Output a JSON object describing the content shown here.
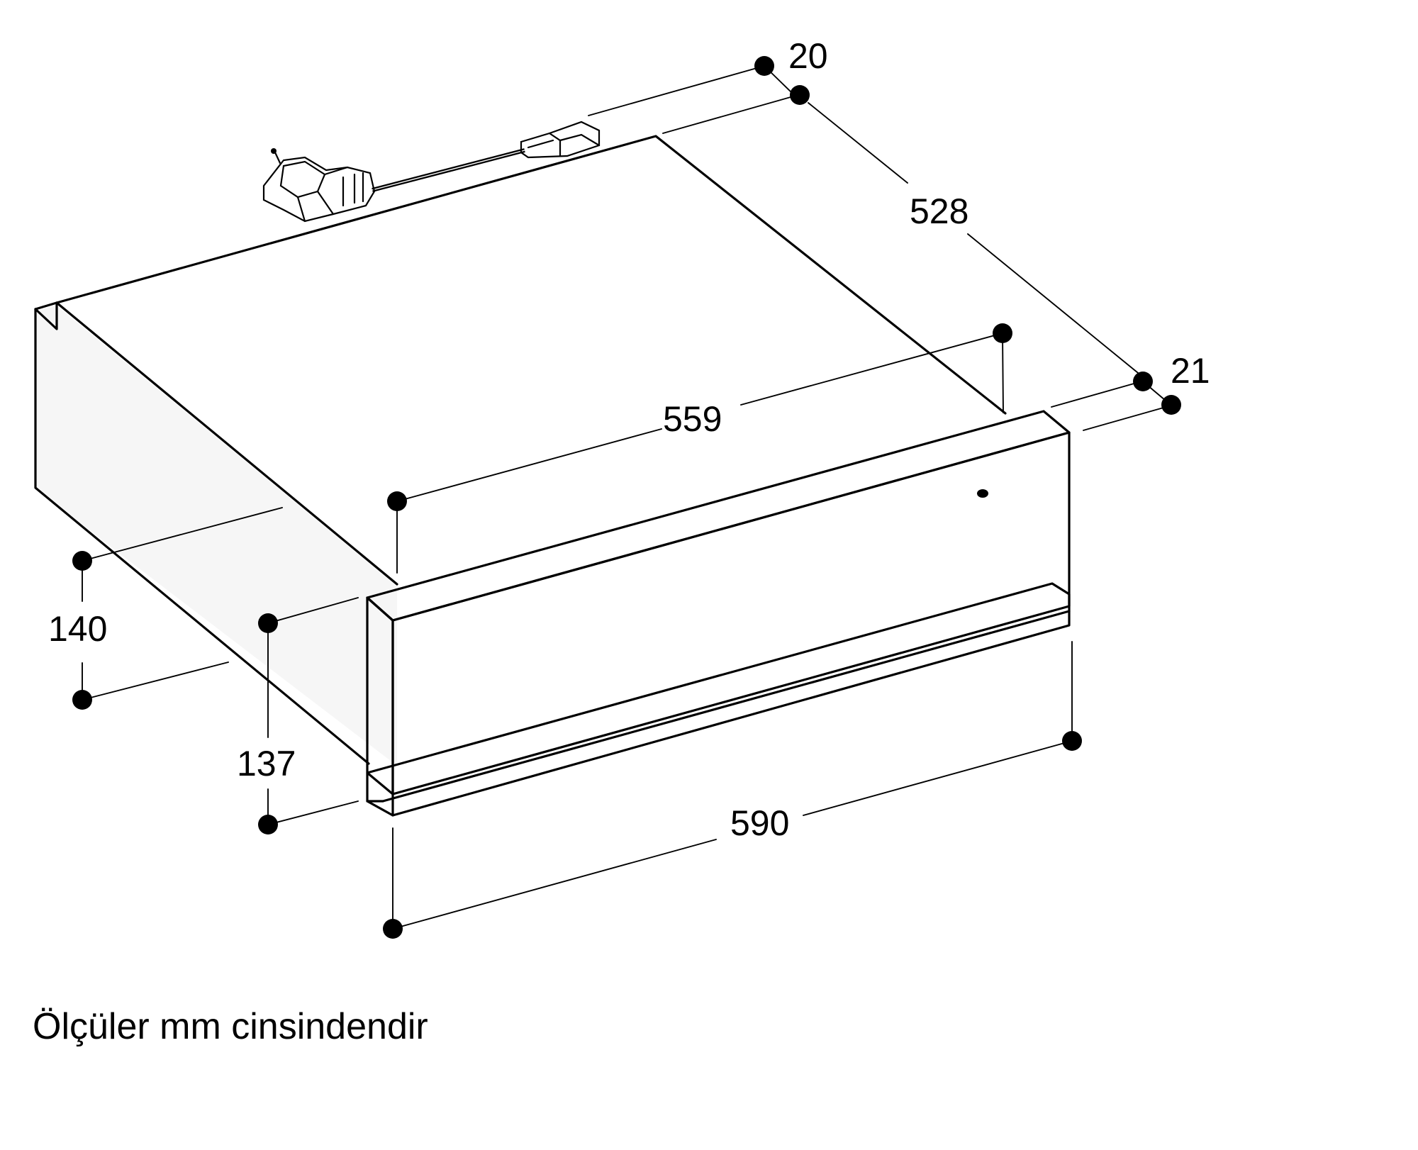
{
  "diagram": {
    "dimensions": {
      "top_gap": "20",
      "depth": "528",
      "inner_width": "559",
      "front_gap": "21",
      "height_total": "140",
      "height_front": "137",
      "front_width": "590"
    },
    "note": "Ölçüler mm cinsindendir"
  }
}
